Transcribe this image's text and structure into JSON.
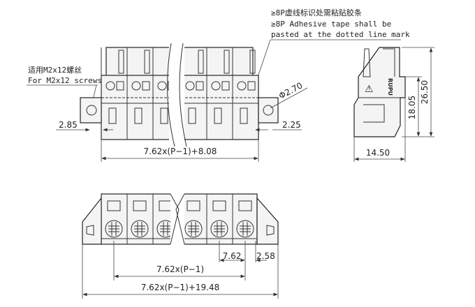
{
  "notes": {
    "tape_cn": "≥8P虚线标识处需粘贴胶条",
    "tape_en_1": "≥8P Adhesive tape shall be",
    "tape_en_2": "pasted at the dotted line mark",
    "screw_cn": "适用M2x12螺丝",
    "screw_en": "For M2x12 screws"
  },
  "top_view": {
    "total_width": "7.62x(P−1)+8.08",
    "left_offset": "2.85",
    "right_offset": "2.25",
    "hole_diameter": "Φ2.70"
  },
  "side_view": {
    "height_total": "26.50",
    "height_body": "18.05",
    "depth": "14.50",
    "logo": "RUPU"
  },
  "bottom_view": {
    "pitch": "7.62",
    "end_offset": "2.58",
    "pitch_span": "7.62x(P−1)",
    "total_length": "7.62x(P−1)+19.48"
  }
}
